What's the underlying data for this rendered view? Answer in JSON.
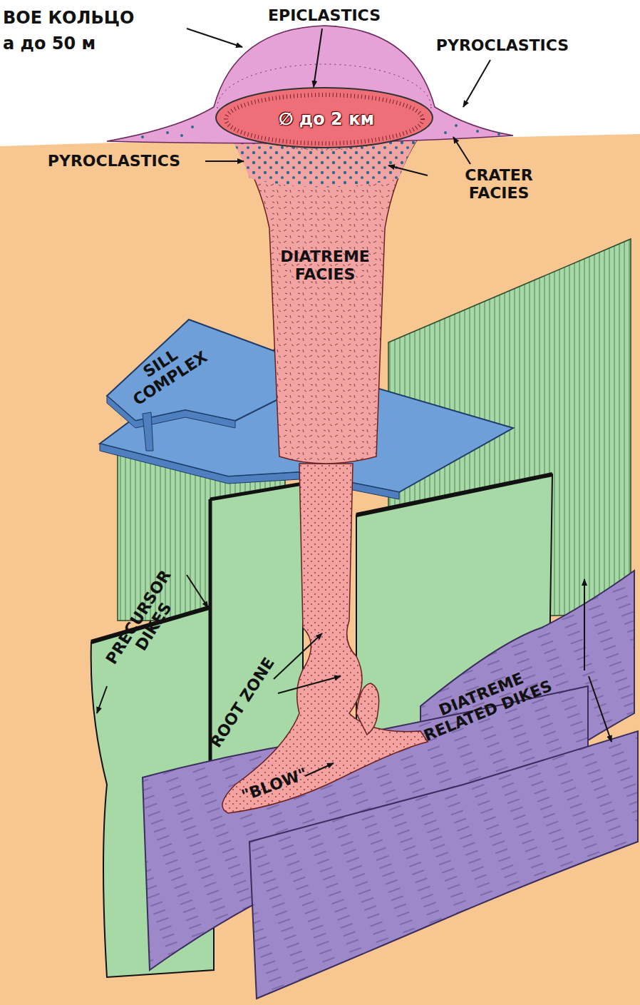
{
  "diagram": {
    "labels": [
      "ВОЕ КОЛЬЦО",
      "а до 50 м",
      "EPICLASTICS",
      "PYROCLASTICS",
      "∅ до 2 км",
      "PYROCLASTICS",
      "CRATER FACIES",
      "DIATREME FACIES",
      "SILL COMPLEX",
      "PRECURSOR DIKES",
      "ROOT ZONE",
      "\"BLOW\"",
      "DIATREME RELATED DIKES"
    ]
  }
}
